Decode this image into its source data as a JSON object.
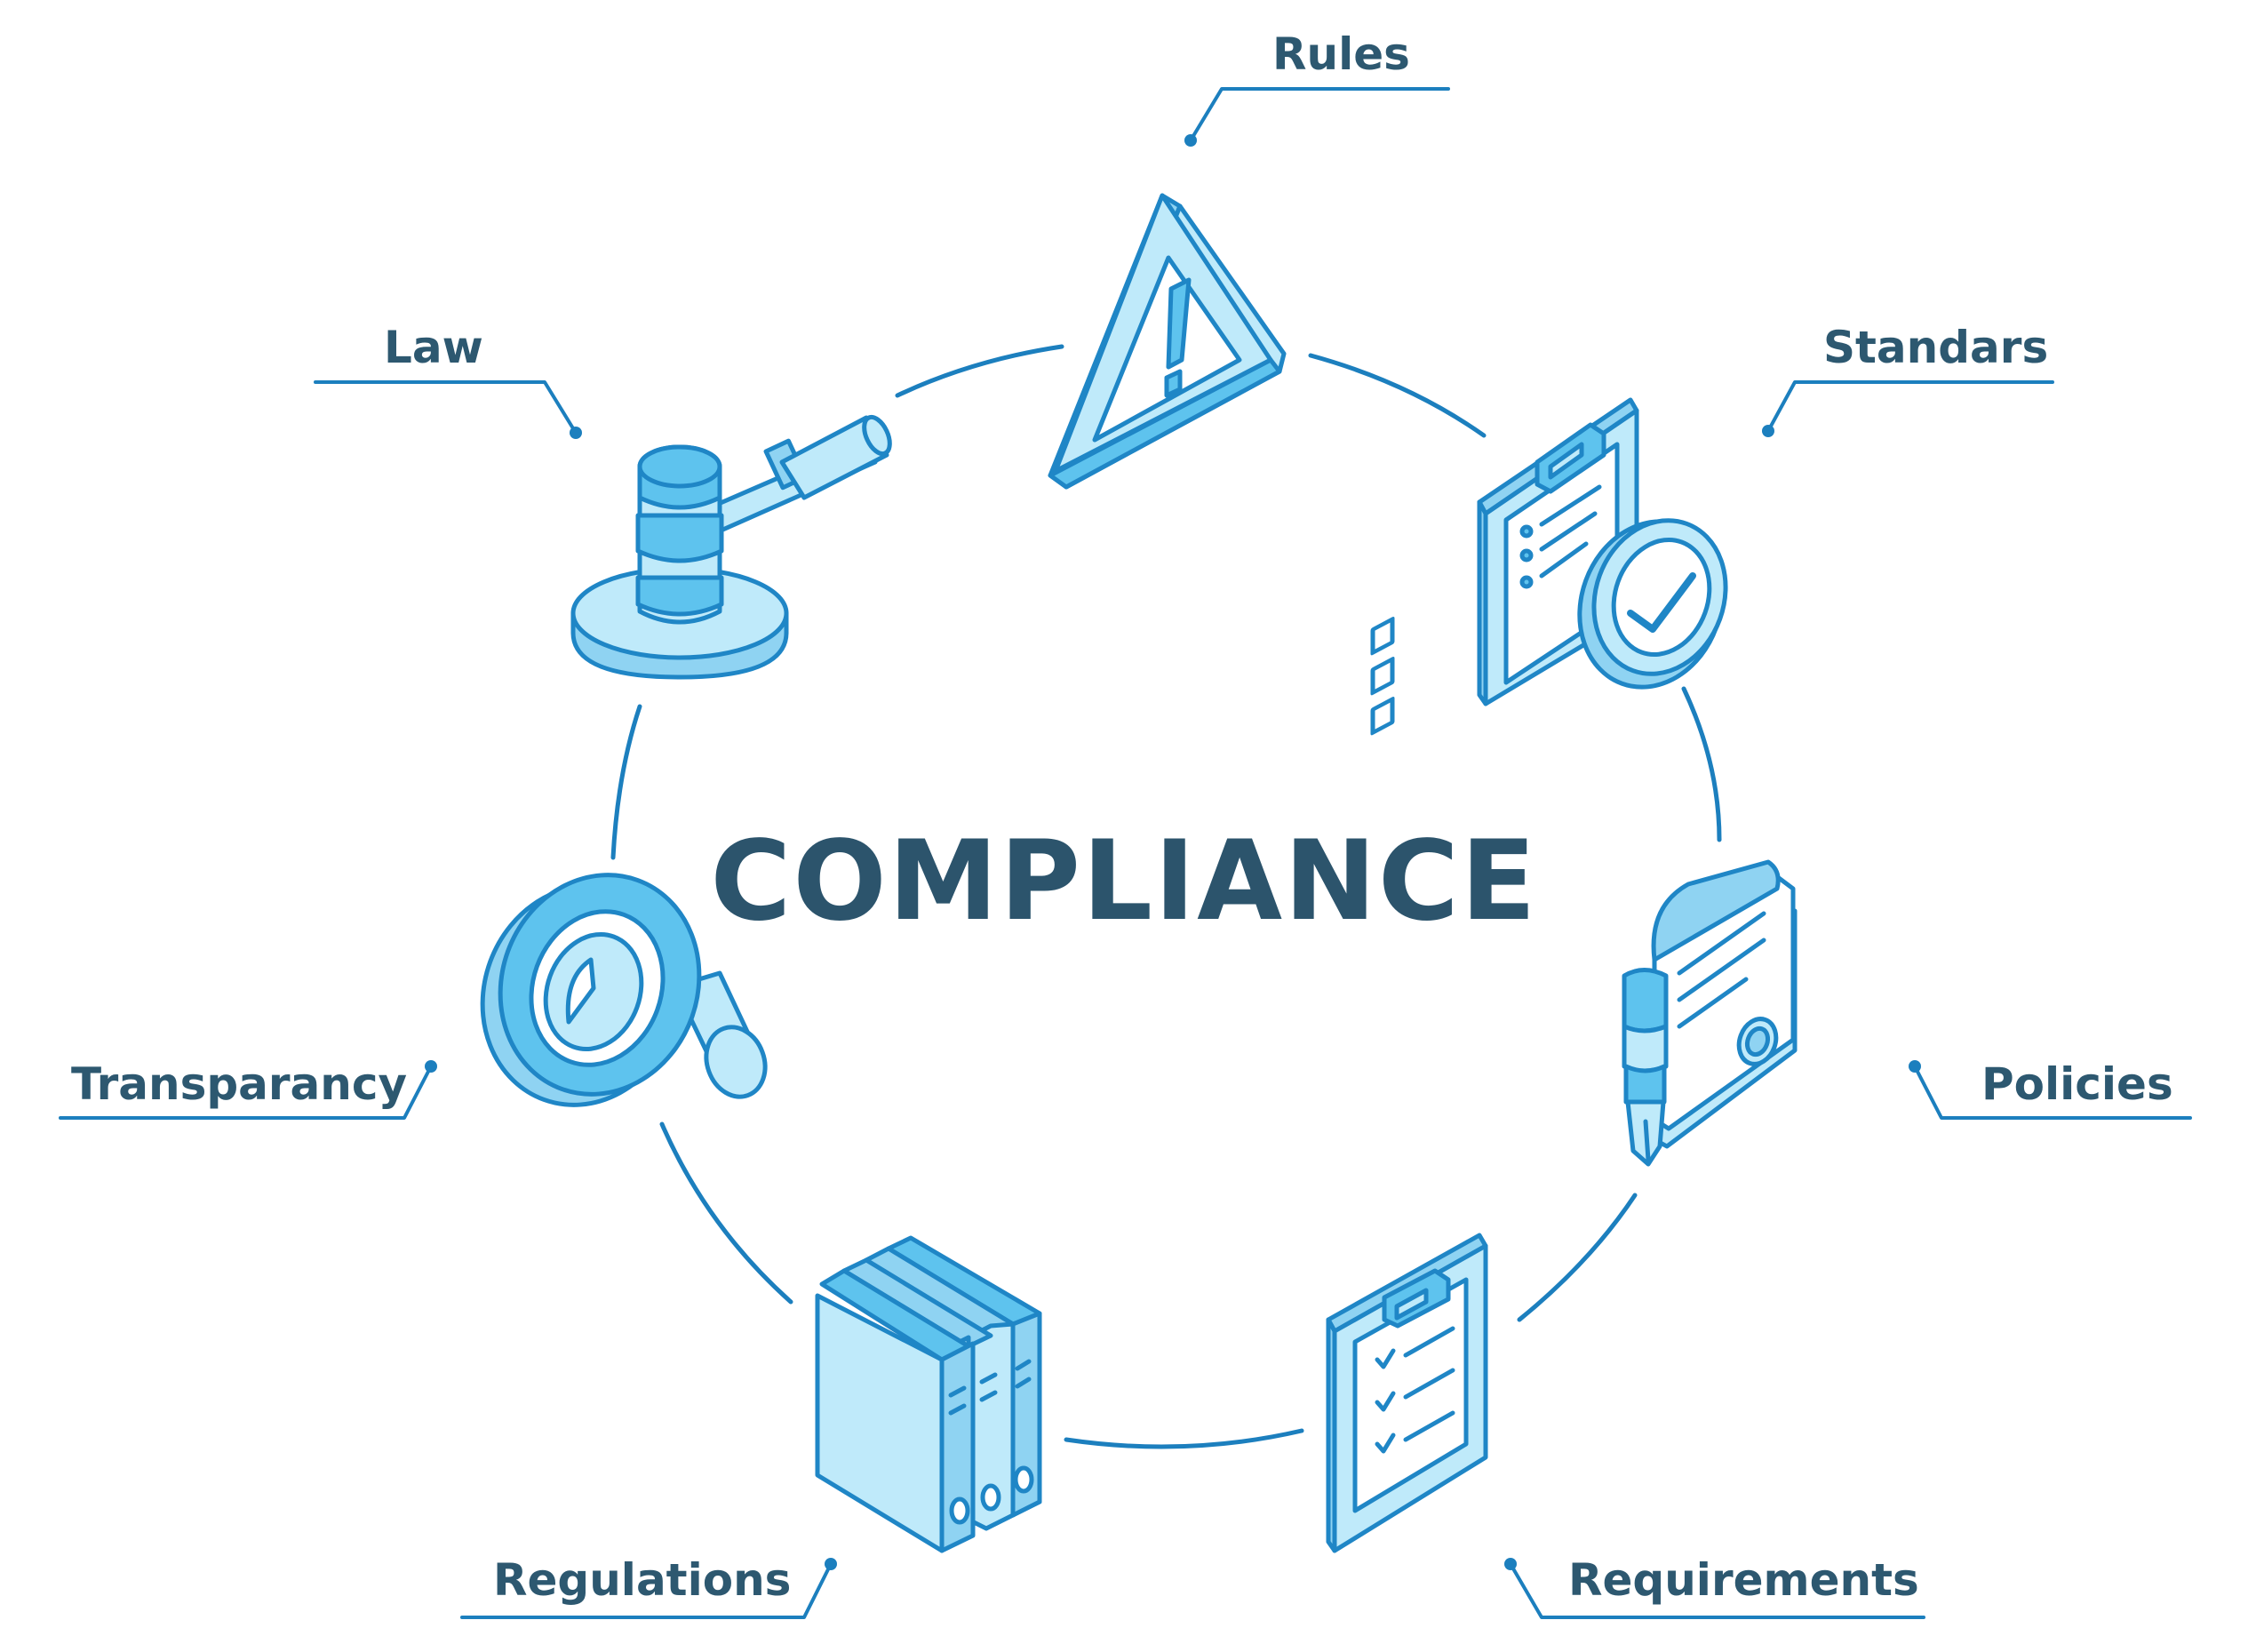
{
  "title": "COMPLIANCE",
  "colors": {
    "text": "#2d5870",
    "line": "#1c7fbe",
    "stroke": "#1f86c6",
    "fill_light": "#bfeafa",
    "fill_mid": "#8fd3f2",
    "fill_dark": "#5ec3ee"
  },
  "items": [
    {
      "label": "Rules",
      "icon": "warning-triangle-icon"
    },
    {
      "label": "Standars",
      "icon": "clipboard-checkmark-icon"
    },
    {
      "label": "Policies",
      "icon": "certificate-pen-icon"
    },
    {
      "label": "Requirements",
      "icon": "checklist-icon"
    },
    {
      "label": "Regulations",
      "icon": "binders-icon"
    },
    {
      "label": "Transparancy",
      "icon": "magnifier-icon"
    },
    {
      "label": "Law",
      "icon": "gavel-icon"
    }
  ]
}
